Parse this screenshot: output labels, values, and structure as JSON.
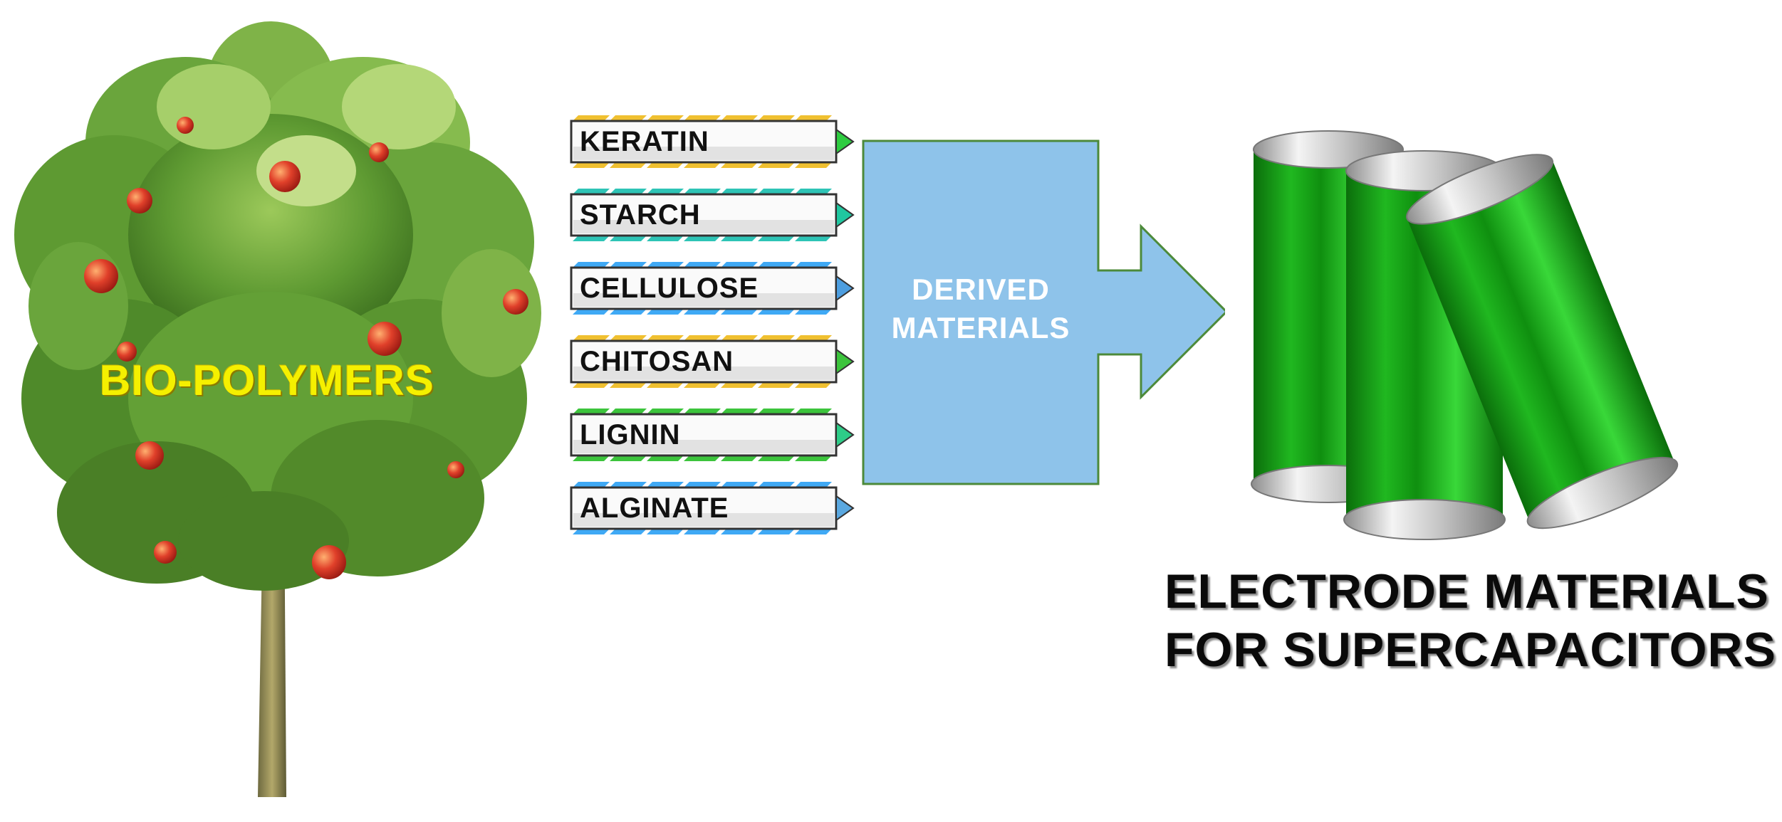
{
  "tree_label": "BIO-POLYMERS",
  "polymers": [
    {
      "name": "KERATIN",
      "accent": "#f0c030",
      "tip": "#2ecc40"
    },
    {
      "name": "STARCH",
      "accent": "#2ec4b6",
      "tip": "#1fc7a0"
    },
    {
      "name": "CELLULOSE",
      "accent": "#3fa9f5",
      "tip": "#4d9ee0"
    },
    {
      "name": "CHITOSAN",
      "accent": "#f0c030",
      "tip": "#3cc43c"
    },
    {
      "name": "LIGNIN",
      "accent": "#3cc43c",
      "tip": "#2ecc88"
    },
    {
      "name": "ALGINATE",
      "accent": "#3fa9f5",
      "tip": "#5aa8e0"
    }
  ],
  "derived": {
    "line1": "DERIVED",
    "line2": "MATERIALS"
  },
  "caption": {
    "line1": "ELECTRODE MATERIALS",
    "line2": "FOR SUPERCAPACITORS"
  },
  "colors": {
    "arrow_fill": "#8ec3ea",
    "arrow_stroke": "#4c8a3a",
    "capacitor_green": "#18b818",
    "label_yellow": "#f5f000"
  }
}
